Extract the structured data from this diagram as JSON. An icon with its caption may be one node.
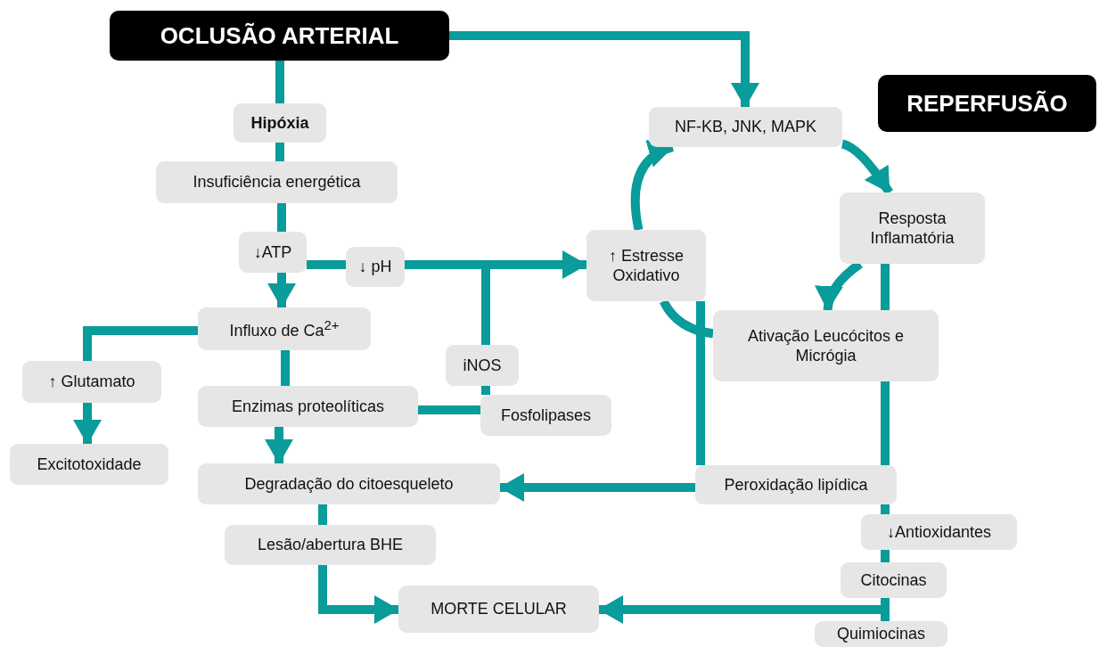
{
  "diagram": {
    "nodes": [
      {
        "text": [
          "OCLUSÃO ARTERIAL"
        ]
      },
      {
        "text": [
          "REPERFUSÃO"
        ]
      },
      {
        "text": [
          "Hipóxia"
        ]
      },
      {
        "text": [
          "Insuficiência energética"
        ]
      },
      {
        "text": [
          "↓ATP"
        ]
      },
      {
        "text": [
          "↓ pH"
        ]
      },
      {
        "text": [
          "↑ Estresse Oxidativo"
        ]
      },
      {
        "text": [
          "NF-KB, JNK, MAPK"
        ]
      },
      {
        "text": [
          "Resposta Inflamatória"
        ]
      },
      {
        "text": [
          "Ativação Leucócitos e Micrógia"
        ]
      },
      {
        "text": [
          "Influxo de Ca$^{2+}$"
        ]
      },
      {
        "text": [
          "↑ Glutamato"
        ]
      },
      {
        "text": [
          "iNOS"
        ]
      },
      {
        "text": [
          "Enzimas proteolíticas"
        ]
      },
      {
        "text": [
          "Fosfolipases"
        ]
      },
      {
        "text": [
          "Excitotoxidade"
        ]
      },
      {
        "text": [
          "Degradação do citoesqueleto"
        ]
      },
      {
        "text": [
          "Peroxidação lipídica"
        ]
      },
      {
        "text": [
          "↓Antioxidantes"
        ]
      },
      {
        "text": [
          "Lesão/abertura BHE"
        ]
      },
      {
        "text": [
          "Citocinas"
        ]
      },
      {
        "text": [
          "MORTE CELULAR"
        ]
      },
      {
        "text": [
          "Quimiocinas"
        ]
      }
    ],
    "edges": [
      {
        "from": 0,
        "to": 2,
        "arrow": "none"
      },
      {
        "from": 2,
        "to": 3,
        "arrow": "none"
      },
      {
        "from": 3,
        "to": 4,
        "arrow": "none"
      },
      {
        "from": 4,
        "to": 10,
        "arrow": "to"
      },
      {
        "from": 4,
        "to": 5,
        "arrow": "none"
      },
      {
        "from": 5,
        "to": 6,
        "arrow": "to"
      },
      {
        "from": 5,
        "to": 12,
        "arrow": "none"
      },
      {
        "from": 12,
        "to": 14,
        "arrow": "none"
      },
      {
        "from": 13,
        "to": 14,
        "arrow": "none"
      },
      {
        "from": 0,
        "to": 7,
        "arrow": "to"
      },
      {
        "from": 6,
        "to": 7,
        "arrow": "to"
      },
      {
        "from": 7,
        "to": 8,
        "arrow": "to"
      },
      {
        "from": 8,
        "to": 9,
        "arrow": "to"
      },
      {
        "from": 9,
        "to": 6,
        "arrow": "none"
      },
      {
        "from": 6,
        "to": 17,
        "arrow": "none"
      },
      {
        "from": 8,
        "to": 9,
        "arrow": "none"
      },
      {
        "from": 9,
        "to": 17,
        "arrow": "none"
      },
      {
        "from": 17,
        "to": 18,
        "arrow": "none"
      },
      {
        "from": 18,
        "to": 20,
        "arrow": "none"
      },
      {
        "from": 20,
        "to": 21,
        "arrow": "to"
      },
      {
        "from": 20,
        "to": 22,
        "arrow": "none"
      },
      {
        "from": 17,
        "to": 16,
        "arrow": "to"
      },
      {
        "from": 10,
        "to": 11,
        "arrow": "none"
      },
      {
        "from": 11,
        "to": 15,
        "arrow": "to"
      },
      {
        "from": 10,
        "to": 13,
        "arrow": "none"
      },
      {
        "from": 13,
        "to": 16,
        "arrow": "to"
      },
      {
        "from": 16,
        "to": 19,
        "arrow": "none"
      },
      {
        "from": 19,
        "to": 21,
        "arrow": "to"
      }
    ]
  }
}
